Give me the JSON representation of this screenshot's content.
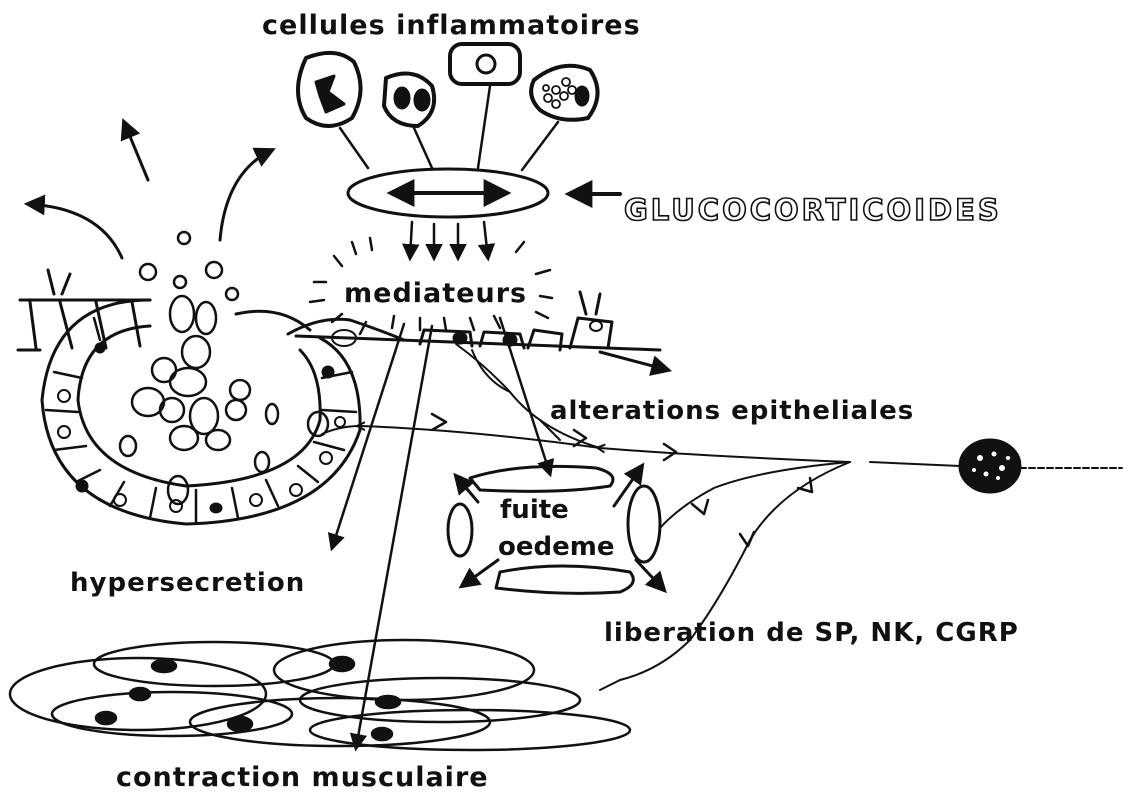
{
  "labels": {
    "cells": "cellules  inflammatoires",
    "glucocorticoids": "GLUCOCORTICOIDES",
    "mediators": "mediateurs",
    "epithelial": "alterations   epitheliales",
    "leak": "fuite",
    "edema": "oedeme",
    "hypersecretion": "hypersecretion",
    "release": "liberation de SP, NK, CGRP",
    "contraction": "contraction  musculaire"
  },
  "colors": {
    "ink": "#111111",
    "paper": "#ffffff"
  }
}
